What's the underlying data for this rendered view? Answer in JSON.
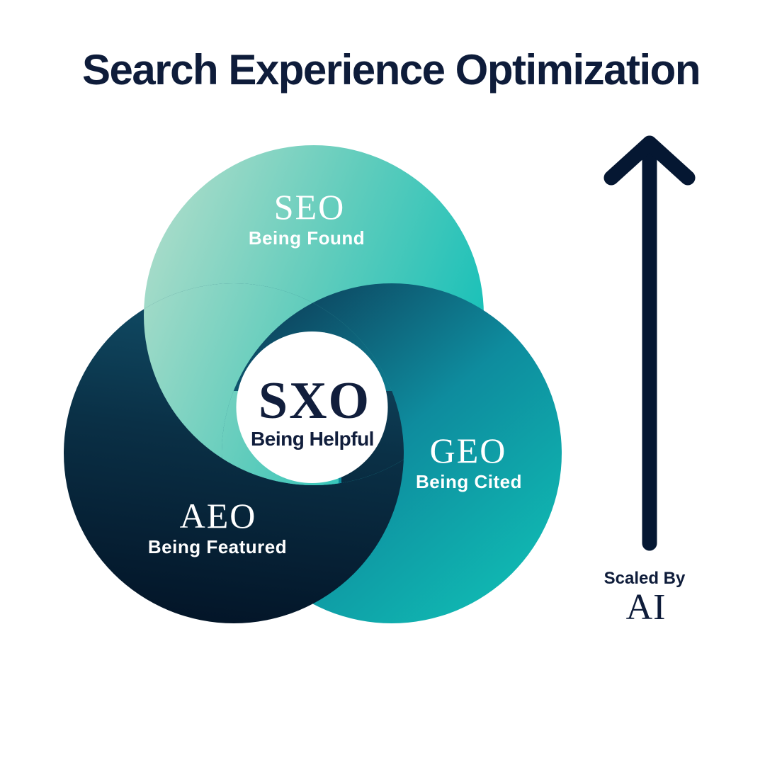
{
  "title": "Search Experience Optimization",
  "center": {
    "acronym": "SXO",
    "tagline": "Being Helpful"
  },
  "rings": [
    {
      "id": "seo",
      "acronym": "SEO",
      "tagline": "Being Found",
      "gradient": [
        "#a9dcc9",
        "#5fccbc",
        "#10bfb8"
      ]
    },
    {
      "id": "geo",
      "acronym": "GEO",
      "tagline": "Being Cited",
      "gradient": [
        "#0d3f5a",
        "#0e8c9e",
        "#10bcb4"
      ]
    },
    {
      "id": "aeo",
      "acronym": "AEO",
      "tagline": "Being Featured",
      "gradient": [
        "#11506a",
        "#0a3046",
        "#031528"
      ]
    }
  ],
  "annotation": {
    "label": "Scaled By",
    "highlight": "AI"
  },
  "colors": {
    "background": "#ffffff",
    "title_navy": "#0e1c3a",
    "arrow_navy": "#051732",
    "center_bg": "#ffffff",
    "label_white": "#ffffff"
  }
}
